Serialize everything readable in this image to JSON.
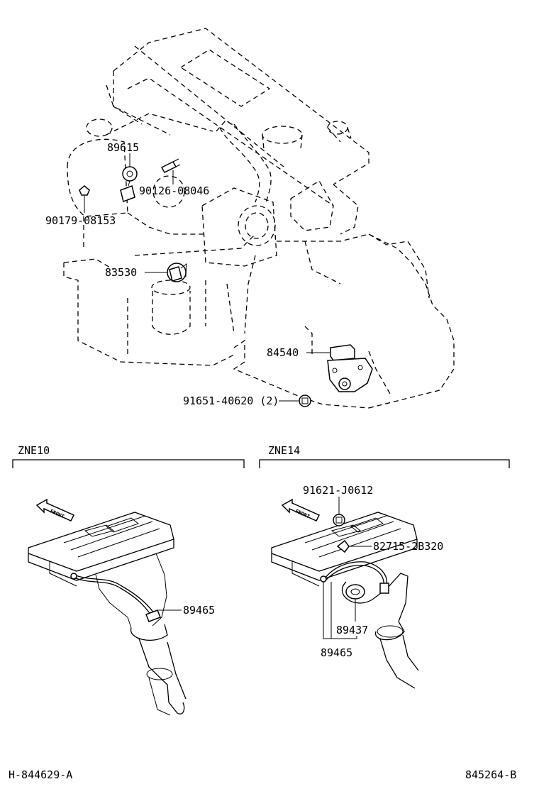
{
  "labels": {
    "p89615": "89615",
    "p90126": "90126-08046",
    "p90179": "90179-08153",
    "p83530": "83530",
    "p84540": "84540",
    "p91651": "91651-40620 (2)",
    "zne10": "ZNE10",
    "zne14": "ZNE14",
    "p89465_a": "89465",
    "p91621": "91621-J0612",
    "p82715": "82715-2B320",
    "p89437": "89437",
    "p89465_b": "89465",
    "front_a": "FRONT",
    "front_b": "FRONT",
    "ref_left": "H-844629-A",
    "ref_right": "845264-B"
  }
}
